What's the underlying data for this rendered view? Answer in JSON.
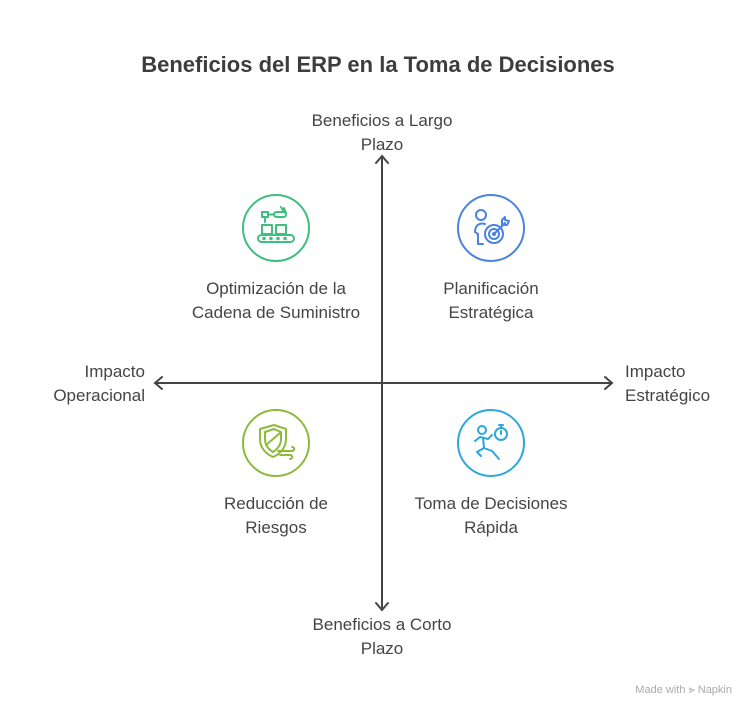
{
  "title": "Beneficios del ERP en la Toma de Decisiones",
  "axes": {
    "top": "Beneficios a Largo Plazo",
    "bottom": "Beneficios a Corto Plazo",
    "left": "Impacto Operacional",
    "right": "Impacto Estratégico"
  },
  "quadrants": [
    {
      "label": "Optimización de la Cadena de Suministro",
      "icon": "conveyor-robot-arm-icon",
      "color": "#3dbf7d"
    },
    {
      "label": "Planificación Estratégica",
      "icon": "person-target-icon",
      "color": "#4a82e4"
    },
    {
      "label": "Reducción de Riesgos",
      "icon": "shield-wind-icon",
      "color": "#8cbb3c"
    },
    {
      "label": "Toma de Decisiones Rápida",
      "icon": "running-stopwatch-icon",
      "color": "#2ba7dc"
    }
  ],
  "footer": "Made with ⪢ Napkin"
}
